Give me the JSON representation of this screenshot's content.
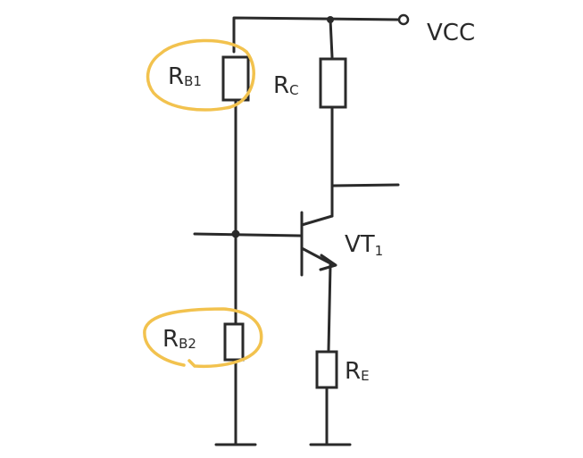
{
  "labels": {
    "vcc": "VCC",
    "rb1_main": "R",
    "rb1_sub": "B1",
    "rc_main": "R",
    "rc_sub": "C",
    "vt1_main": "VT",
    "vt1_sub": "1",
    "rb2_main": "R",
    "rb2_sub": "B2",
    "re_main": "R",
    "re_sub": "E"
  },
  "colors": {
    "ink": "#2a2a2a",
    "highlight": "#f2c24e"
  },
  "highlighted_components": [
    "RB1",
    "RB2"
  ]
}
